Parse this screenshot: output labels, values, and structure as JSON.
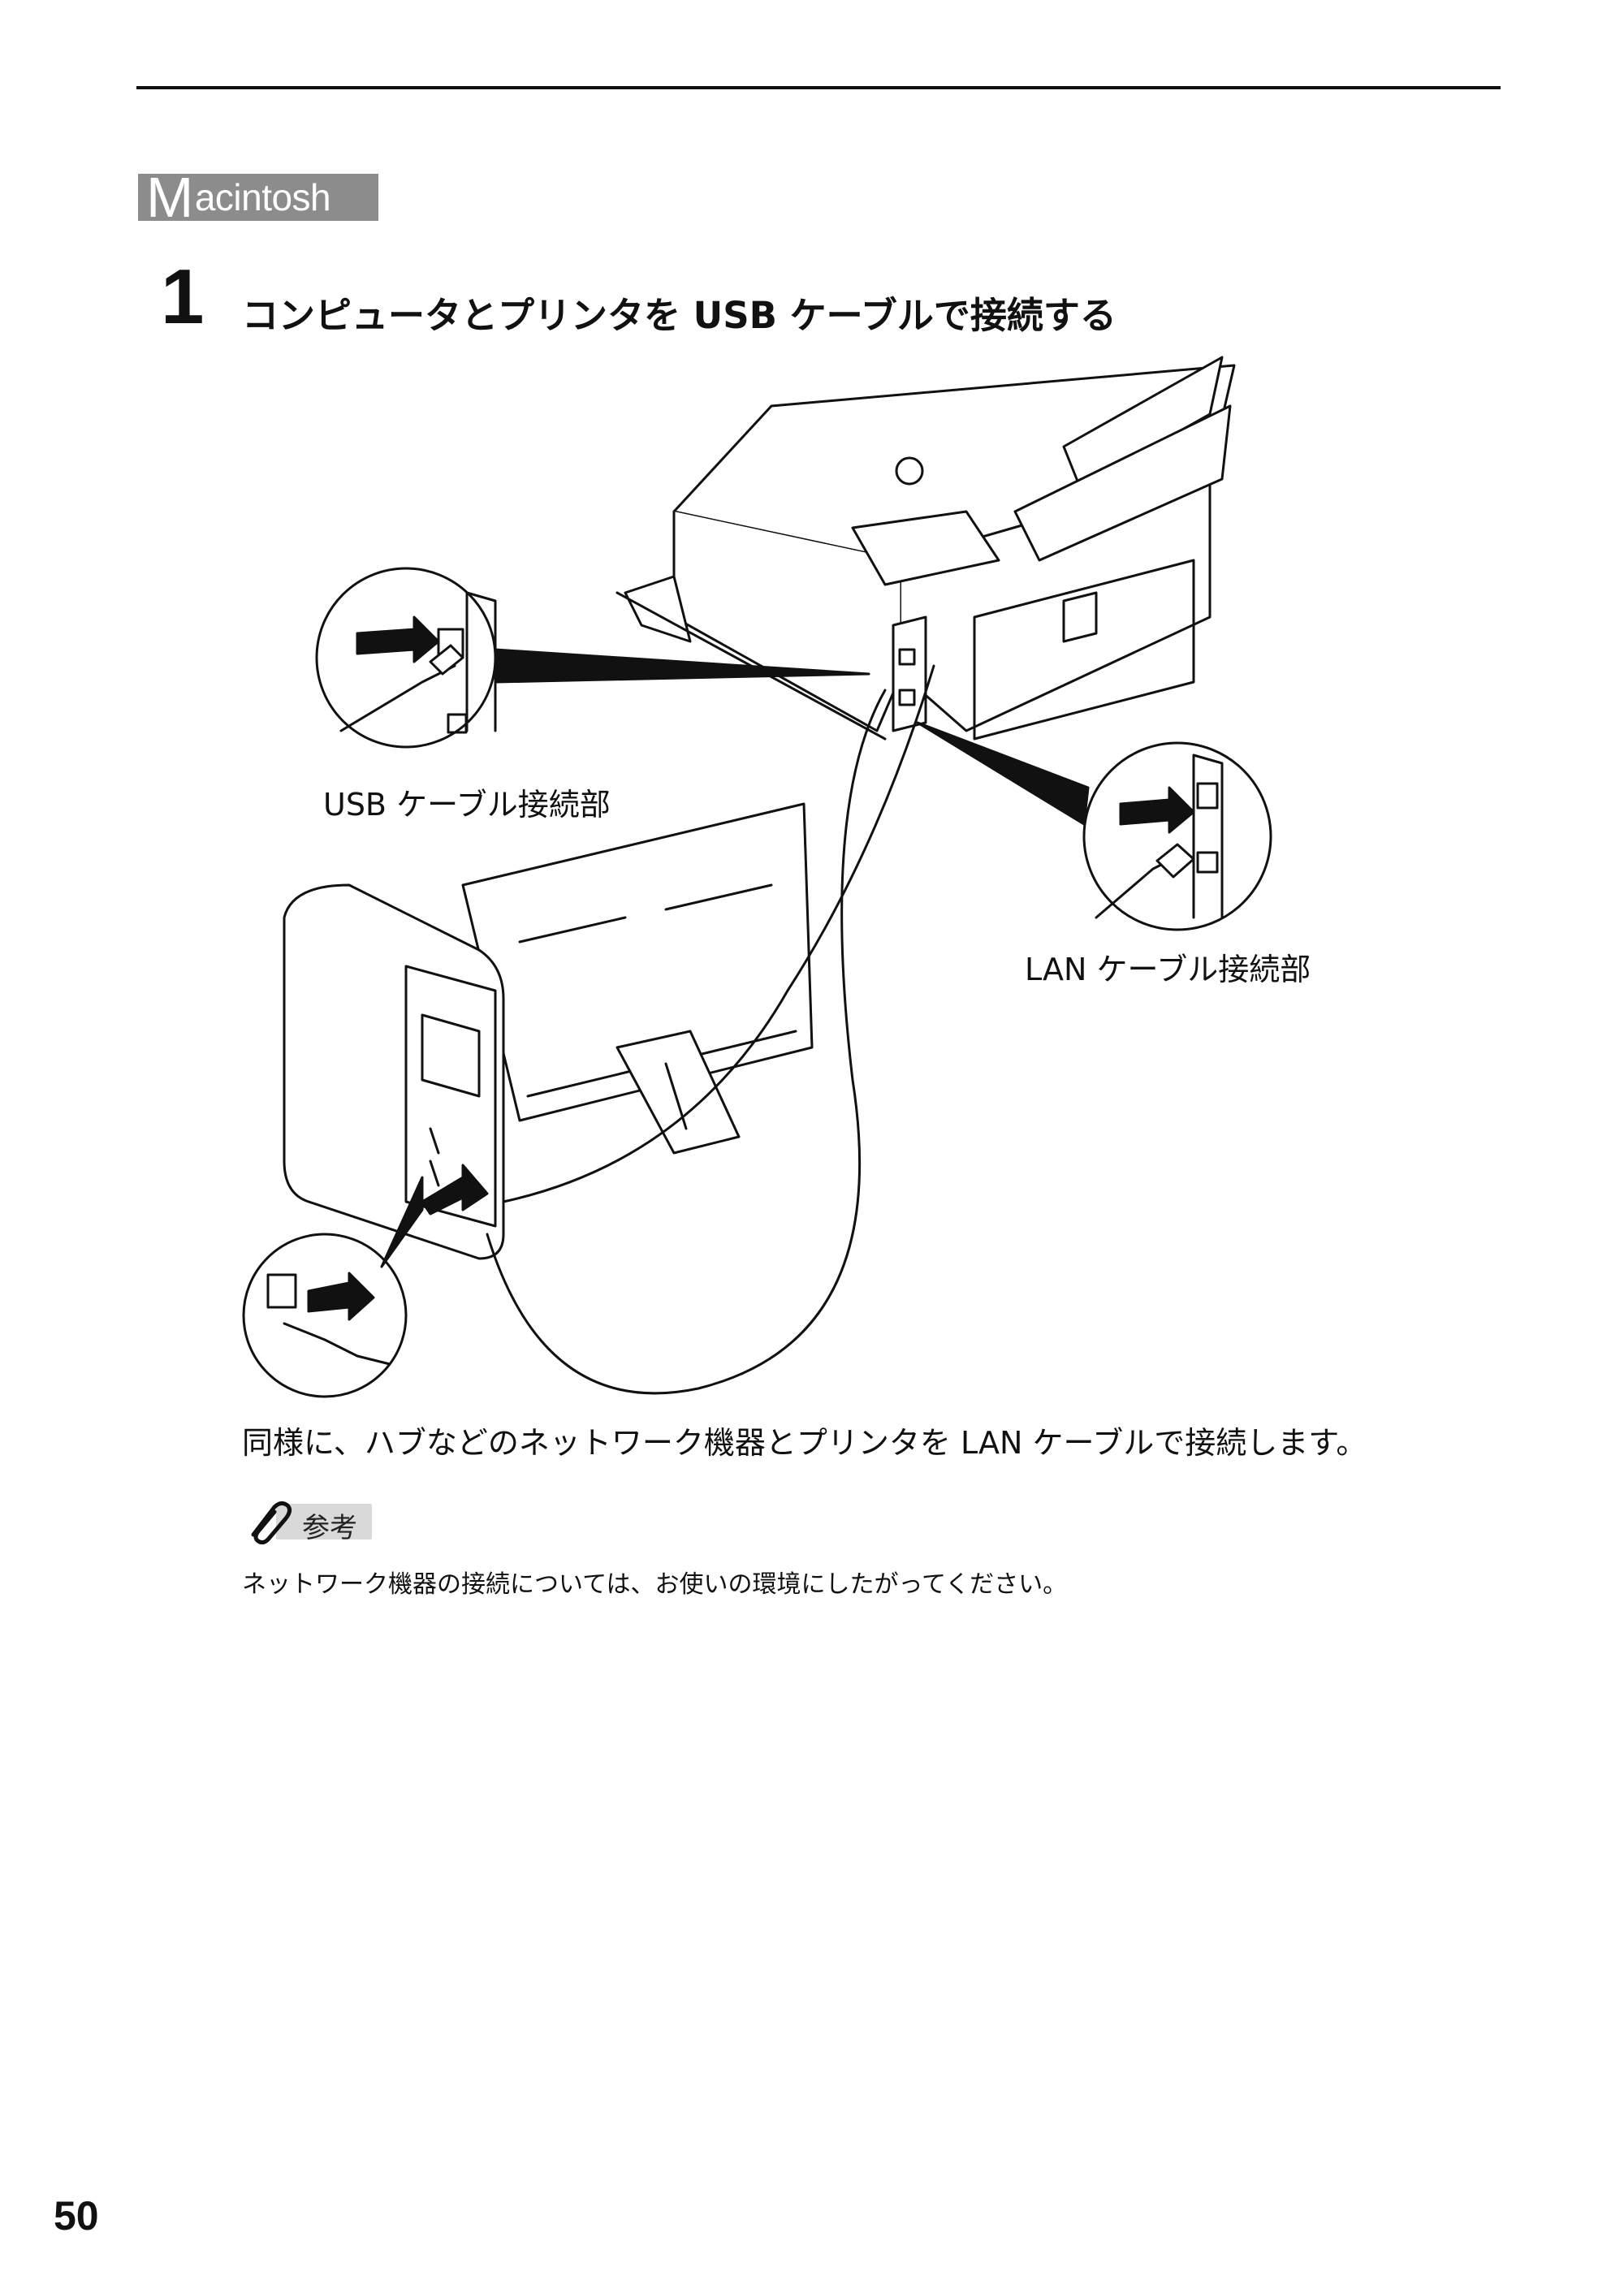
{
  "section_badge": {
    "initial": "M",
    "rest": "acintosh"
  },
  "step": {
    "number": "1",
    "title": "コンピュータとプリンタを USB ケーブルで接続する"
  },
  "callouts": {
    "usb": "USB ケーブル接続部",
    "lan": "LAN ケーブル接続部"
  },
  "body_text": "同様に、ハブなどのネットワーク機器とプリンタを LAN ケーブルで接続します。",
  "reference": {
    "badge_label": "参考",
    "note": "ネットワーク機器の接続については、お使いの環境にしたがってください。"
  },
  "page_number": "50"
}
